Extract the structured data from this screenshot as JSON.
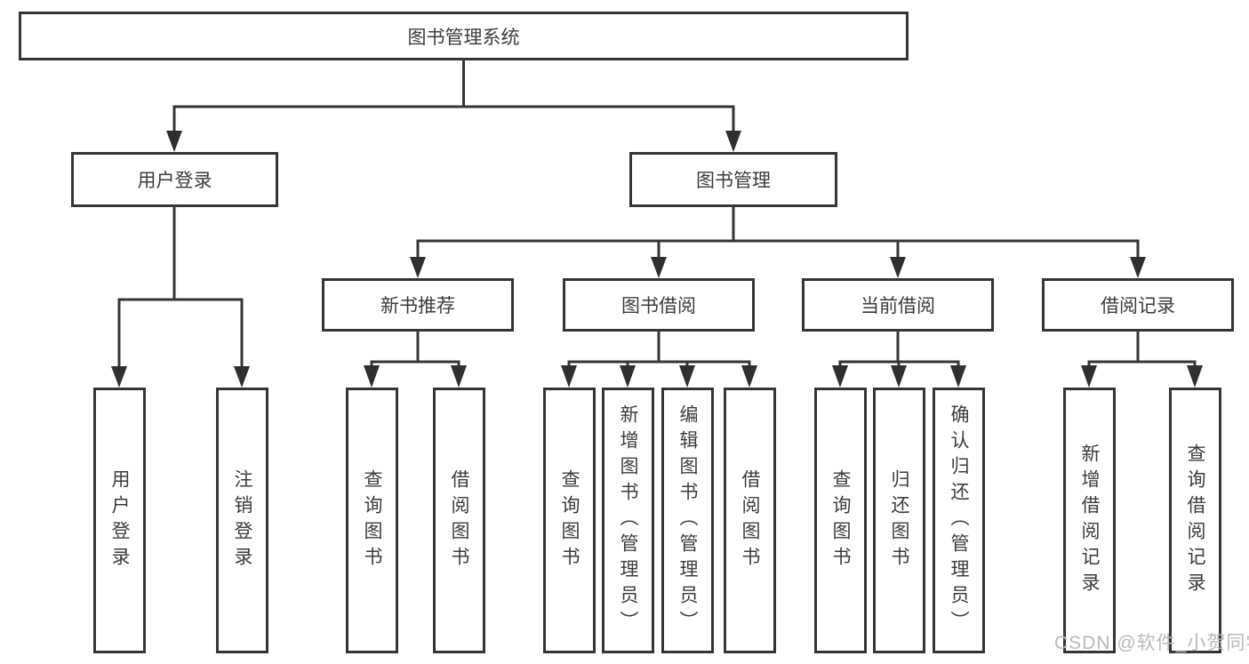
{
  "diagram": {
    "title": "图书管理系统",
    "colors": {
      "line": "#353535",
      "text": "#3c3c3c",
      "box_background": "#ffffff",
      "watermark": "#b9b9b9",
      "background": "#ffffff"
    },
    "nodes": {
      "root": "图书管理系统",
      "user_login": "用户登录",
      "book_management": "图书管理",
      "new_book_recommend": "新书推荐",
      "book_borrow": "图书借阅",
      "current_borrow": "当前借阅",
      "borrow_records": "借阅记录",
      "ul_user_login": "用户登录",
      "ul_logout": "注销登录",
      "nb_query_book": "查询图书",
      "nb_borrow_book": "借阅图书",
      "bb_query_book": "查询图书",
      "bb_add_book": "新增图书（管理员）",
      "bb_edit_book": "编辑图书（管理员）",
      "bb_borrow_book": "借阅图书",
      "cb_query_book": "查询图书",
      "cb_return_book": "归还图书",
      "cb_confirm_return": "确认归还（管理员）",
      "br_add_record": "新增借阅记录",
      "br_query_record": "查询借阅记录"
    },
    "edges": [
      {
        "from": "root",
        "to": "user_login"
      },
      {
        "from": "root",
        "to": "book_management"
      },
      {
        "from": "user_login",
        "to": "ul_user_login"
      },
      {
        "from": "user_login",
        "to": "ul_logout"
      },
      {
        "from": "book_management",
        "to": "new_book_recommend"
      },
      {
        "from": "book_management",
        "to": "book_borrow"
      },
      {
        "from": "book_management",
        "to": "current_borrow"
      },
      {
        "from": "book_management",
        "to": "borrow_records"
      },
      {
        "from": "new_book_recommend",
        "to": "nb_query_book"
      },
      {
        "from": "new_book_recommend",
        "to": "nb_borrow_book"
      },
      {
        "from": "book_borrow",
        "to": "bb_query_book"
      },
      {
        "from": "book_borrow",
        "to": "bb_add_book"
      },
      {
        "from": "book_borrow",
        "to": "bb_edit_book"
      },
      {
        "from": "book_borrow",
        "to": "bb_borrow_book"
      },
      {
        "from": "current_borrow",
        "to": "cb_query_book"
      },
      {
        "from": "current_borrow",
        "to": "cb_return_book"
      },
      {
        "from": "current_borrow",
        "to": "cb_confirm_return"
      },
      {
        "from": "borrow_records",
        "to": "br_add_record"
      },
      {
        "from": "borrow_records",
        "to": "br_query_record"
      }
    ],
    "watermark": "CSDN @软件_小贺同学"
  }
}
